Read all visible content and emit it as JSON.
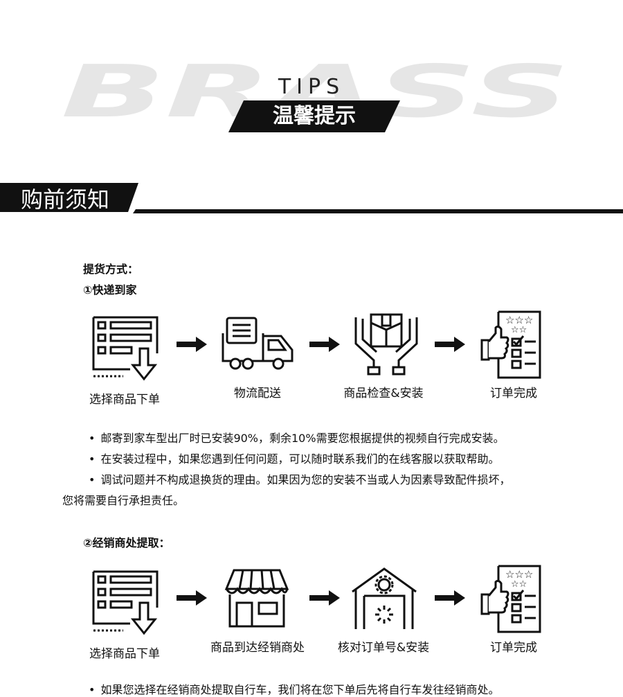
{
  "header": {
    "brand_watermark": "BRASS",
    "tips": "TIPS",
    "title": "温馨提示"
  },
  "section": {
    "title": "购前须知"
  },
  "delivery": {
    "heading": "提货方式：",
    "option1": {
      "title": "①快递到家",
      "steps": [
        "选择商品下单",
        "物流配送",
        "商品检查&安装",
        "订单完成"
      ],
      "notes": [
        "邮寄到家车型出厂时已安装90%，剩余10%需要您根据提供的视频自行完成安装。",
        "在安装过程中，如果您遇到任何问题，可以随时联系我们的在线客服以获取帮助。",
        "调试问题并不构成退换货的理由。如果因为您的安装不当或人为因素导致配件损坏，",
        "您将需要自行承担责任。"
      ]
    },
    "option2": {
      "title": "②经销商处提取：",
      "steps": [
        "选择商品下单",
        "商品到达经销商处",
        "核对订单号&安装",
        "订单完成"
      ],
      "notes": [
        "如果您选择在经销商处提取自行车，我们将在您下单后先将自行车发往经销商处。"
      ]
    }
  },
  "icons": {
    "order": "order-form-icon",
    "truck": "delivery-truck-icon",
    "inspect": "box-in-hands-icon",
    "complete": "rated-checklist-icon",
    "store": "store-icon",
    "warehouse": "warehouse-gear-icon",
    "arrow": "right-arrow-icon"
  },
  "colors": {
    "primary": "#111111",
    "watermark": "#e6e6e6",
    "background": "#ffffff"
  }
}
